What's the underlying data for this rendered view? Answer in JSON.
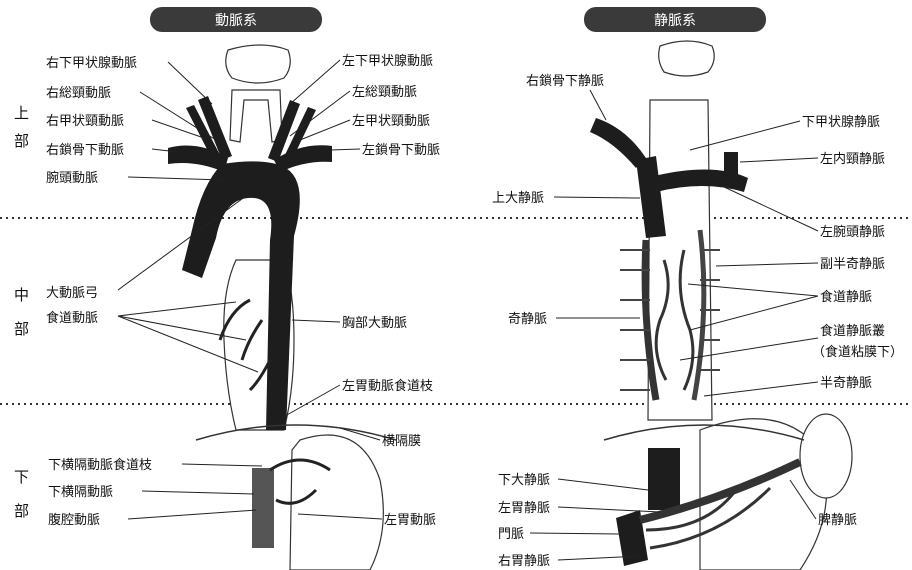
{
  "left": {
    "header": "動脈系",
    "regions": {
      "upper": [
        "上",
        "部"
      ],
      "middle": [
        "中",
        "部"
      ],
      "lower": [
        "下",
        "部"
      ]
    },
    "labels": {
      "r_inf_thyroid_a": "右下甲状腺動脈",
      "r_common_carotid_a": "右総頸動脈",
      "r_thyroid_carotid_a": "右甲状頸動脈",
      "r_subclavian_a": "右鎖骨下動脈",
      "brachiocephalic_a": "腕頭動脈",
      "l_inf_thyroid_a": "左下甲状腺動脈",
      "l_common_carotid_a": "左総頸動脈",
      "l_thyroid_carotid_a": "左甲状頸動脈",
      "l_subclavian_a": "左鎖骨下動脈",
      "aortic_arch": "大動脈弓",
      "esophageal_a": "食道動脈",
      "thoracic_aorta": "胸部大動脈",
      "l_gastric_esoph_branch": "左胃動脈食道枝",
      "diaphragm": "横隔膜",
      "inf_phrenic_esoph_branch": "下横隔動脈食道枝",
      "inf_phrenic_a": "下横隔動脈",
      "celiac_a": "腹腔動脈",
      "l_gastric_a": "左胃動脈"
    }
  },
  "right": {
    "header": "静脈系",
    "labels": {
      "r_subclavian_v": "右鎖骨下静脈",
      "inf_thyroid_v": "下甲状腺静脈",
      "l_internal_jugular_v": "左内頸静脈",
      "svc": "上大静脈",
      "l_brachiocephalic_v": "左腕頭静脈",
      "accessory_hemiazygos_v": "副半奇静脈",
      "esophageal_v": "食道静脈",
      "azygos_v": "奇静脈",
      "esoph_venous_plexus": "食道静脈叢",
      "esoph_venous_plexus_sub": "（食道粘膜下）",
      "hemiazygos_v": "半奇静脈",
      "ivc": "下大静脈",
      "l_gastric_v": "左胃静脈",
      "portal_v": "門脈",
      "r_gastric_v": "右胃静脈",
      "splenic_v": "脾静脈"
    }
  }
}
